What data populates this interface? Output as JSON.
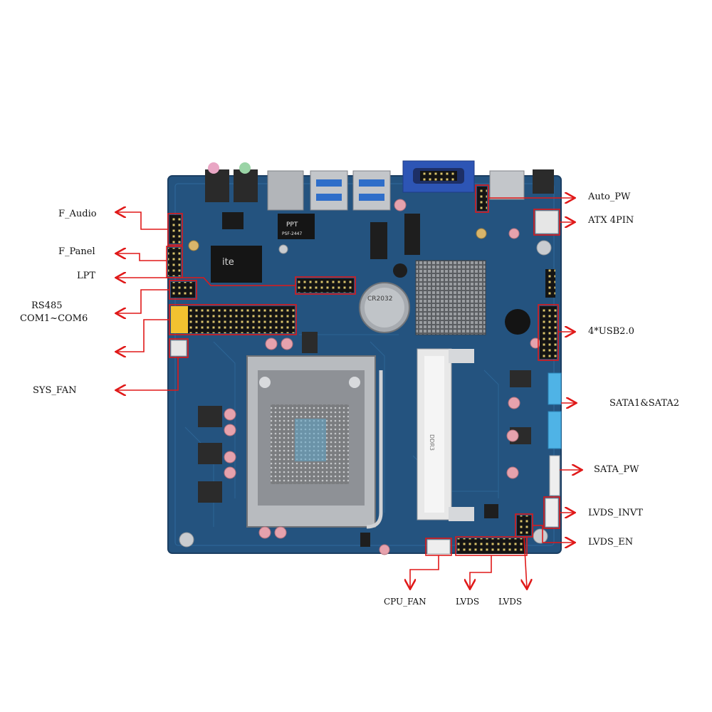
{
  "colors": {
    "pcb": "#24537f",
    "pcb_light": "#2f6a9c",
    "pcb_edge": "#1c3f63",
    "annotation": "#e01919",
    "header_pin": "#1a1a1a",
    "metal": "#b9bcc0",
    "sata_blue": "#4fb3e6",
    "cap_pink": "#e6a2ad",
    "yellow": "#f2c230"
  },
  "labels": {
    "f_audio": "F_Audio",
    "f_panel": "F_Panel",
    "lpt": "LPT",
    "rs485": "RS485",
    "com": "COM1~COM6",
    "sys_fan": "SYS_FAN",
    "auto_pw": "Auto_PW",
    "atx_4pin": "ATX 4PIN",
    "usb": "4*USB2.0",
    "sata": "SATA1&SATA2",
    "sata_pw": "SATA_PW",
    "lvds_invt": "LVDS_INVT",
    "lvds_en": "LVDS_EN",
    "cpu_fan": "CPU_FAN",
    "lvds_1": "LVDS",
    "lvds_2": "LVDS"
  },
  "chip_text": {
    "ppt": "PPT",
    "ppt_model": "PSF-2447",
    "ite": "ite",
    "battery": "CR2032",
    "ram": "DDR3"
  }
}
